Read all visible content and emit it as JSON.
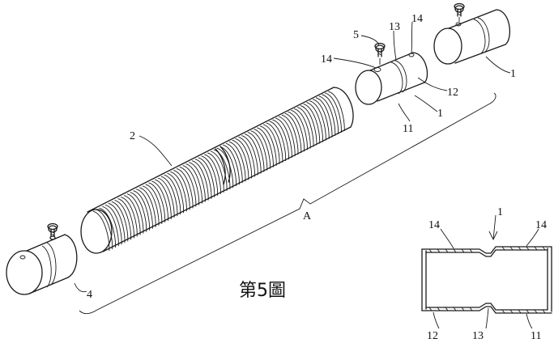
{
  "figure_caption": "第5圖",
  "labels": {
    "part_1_top": "1",
    "part_1_mid": "1",
    "part_1_detail": "1",
    "part_2": "2",
    "part_4": "4",
    "part_5": "5",
    "part_11": "11",
    "part_11_detail": "11",
    "part_12": "12",
    "part_12_detail": "12",
    "part_13": "13",
    "part_13_detail": "13",
    "part_14_a": "14",
    "part_14_b": "14",
    "part_14_detail_left": "14",
    "part_14_detail_right": "14",
    "assembly_A": "A"
  }
}
